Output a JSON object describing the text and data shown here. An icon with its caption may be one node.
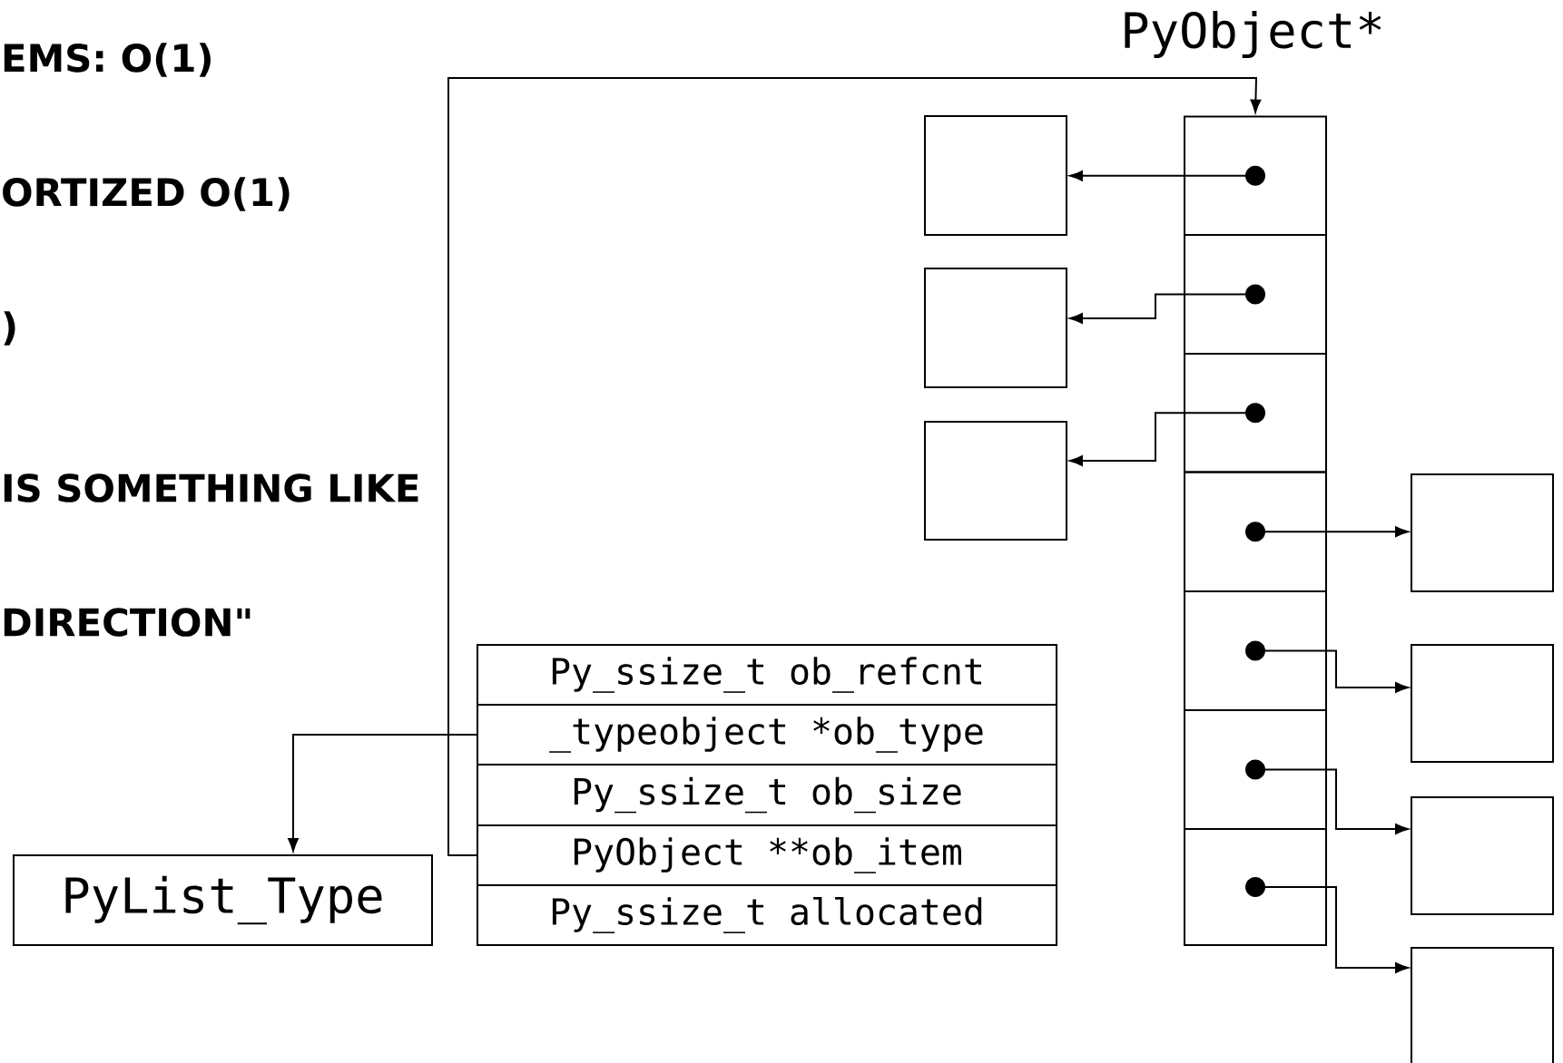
{
  "diagram": {
    "nodes": [
      {
        "text": [],
        "shape": "box"
      },
      {
        "text": [],
        "shape": "box"
      },
      {
        "text": [],
        "shape": "box"
      },
      {
        "text": [],
        "shape": "box"
      },
      {
        "text": [],
        "shape": "box"
      },
      {
        "text": [],
        "shape": "box"
      },
      {
        "text": [],
        "shape": "box"
      },
      {
        "text": [],
        "shape": "box"
      },
      {
        "text": [],
        "shape": "box"
      },
      {
        "text": [],
        "shape": "box"
      },
      {
        "text": [],
        "shape": "box"
      },
      {
        "text": [],
        "shape": "box"
      },
      {
        "text": [],
        "shape": "box"
      },
      {
        "text": [],
        "shape": "box"
      },
      {
        "text": [
          "Py_ssize_t ob_refcnt"
        ]
      },
      {
        "text": [
          "_typeobject *ob_type"
        ]
      },
      {
        "text": [
          "Py_ssize_t ob_size"
        ]
      },
      {
        "text": [
          "PyObject **ob_item"
        ]
      },
      {
        "text": [
          "Py_ssize_t allocated"
        ]
      },
      {
        "text": [
          "PyList_Type"
        ]
      }
    ],
    "edges": [
      {
        "from": 0,
        "to": 7,
        "arrow": "to"
      },
      {
        "from": 1,
        "to": 8,
        "arrow": "to"
      },
      {
        "from": 2,
        "to": 9,
        "arrow": "to"
      },
      {
        "from": 3,
        "to": 10,
        "arrow": "to"
      },
      {
        "from": 4,
        "to": 11,
        "arrow": "to"
      },
      {
        "from": 5,
        "to": 12,
        "arrow": "to"
      },
      {
        "from": 6,
        "to": 13,
        "arrow": "to"
      },
      {
        "from": 17,
        "to": 0,
        "arrow": "to"
      },
      {
        "from": 15,
        "to": 19,
        "arrow": "to"
      }
    ],
    "labels": [
      "PyObject*",
      "EMS: O(1)",
      "ORTIZED O(1)",
      ")",
      "IS SOMETHING LIKE",
      "DIRECTION\""
    ]
  }
}
